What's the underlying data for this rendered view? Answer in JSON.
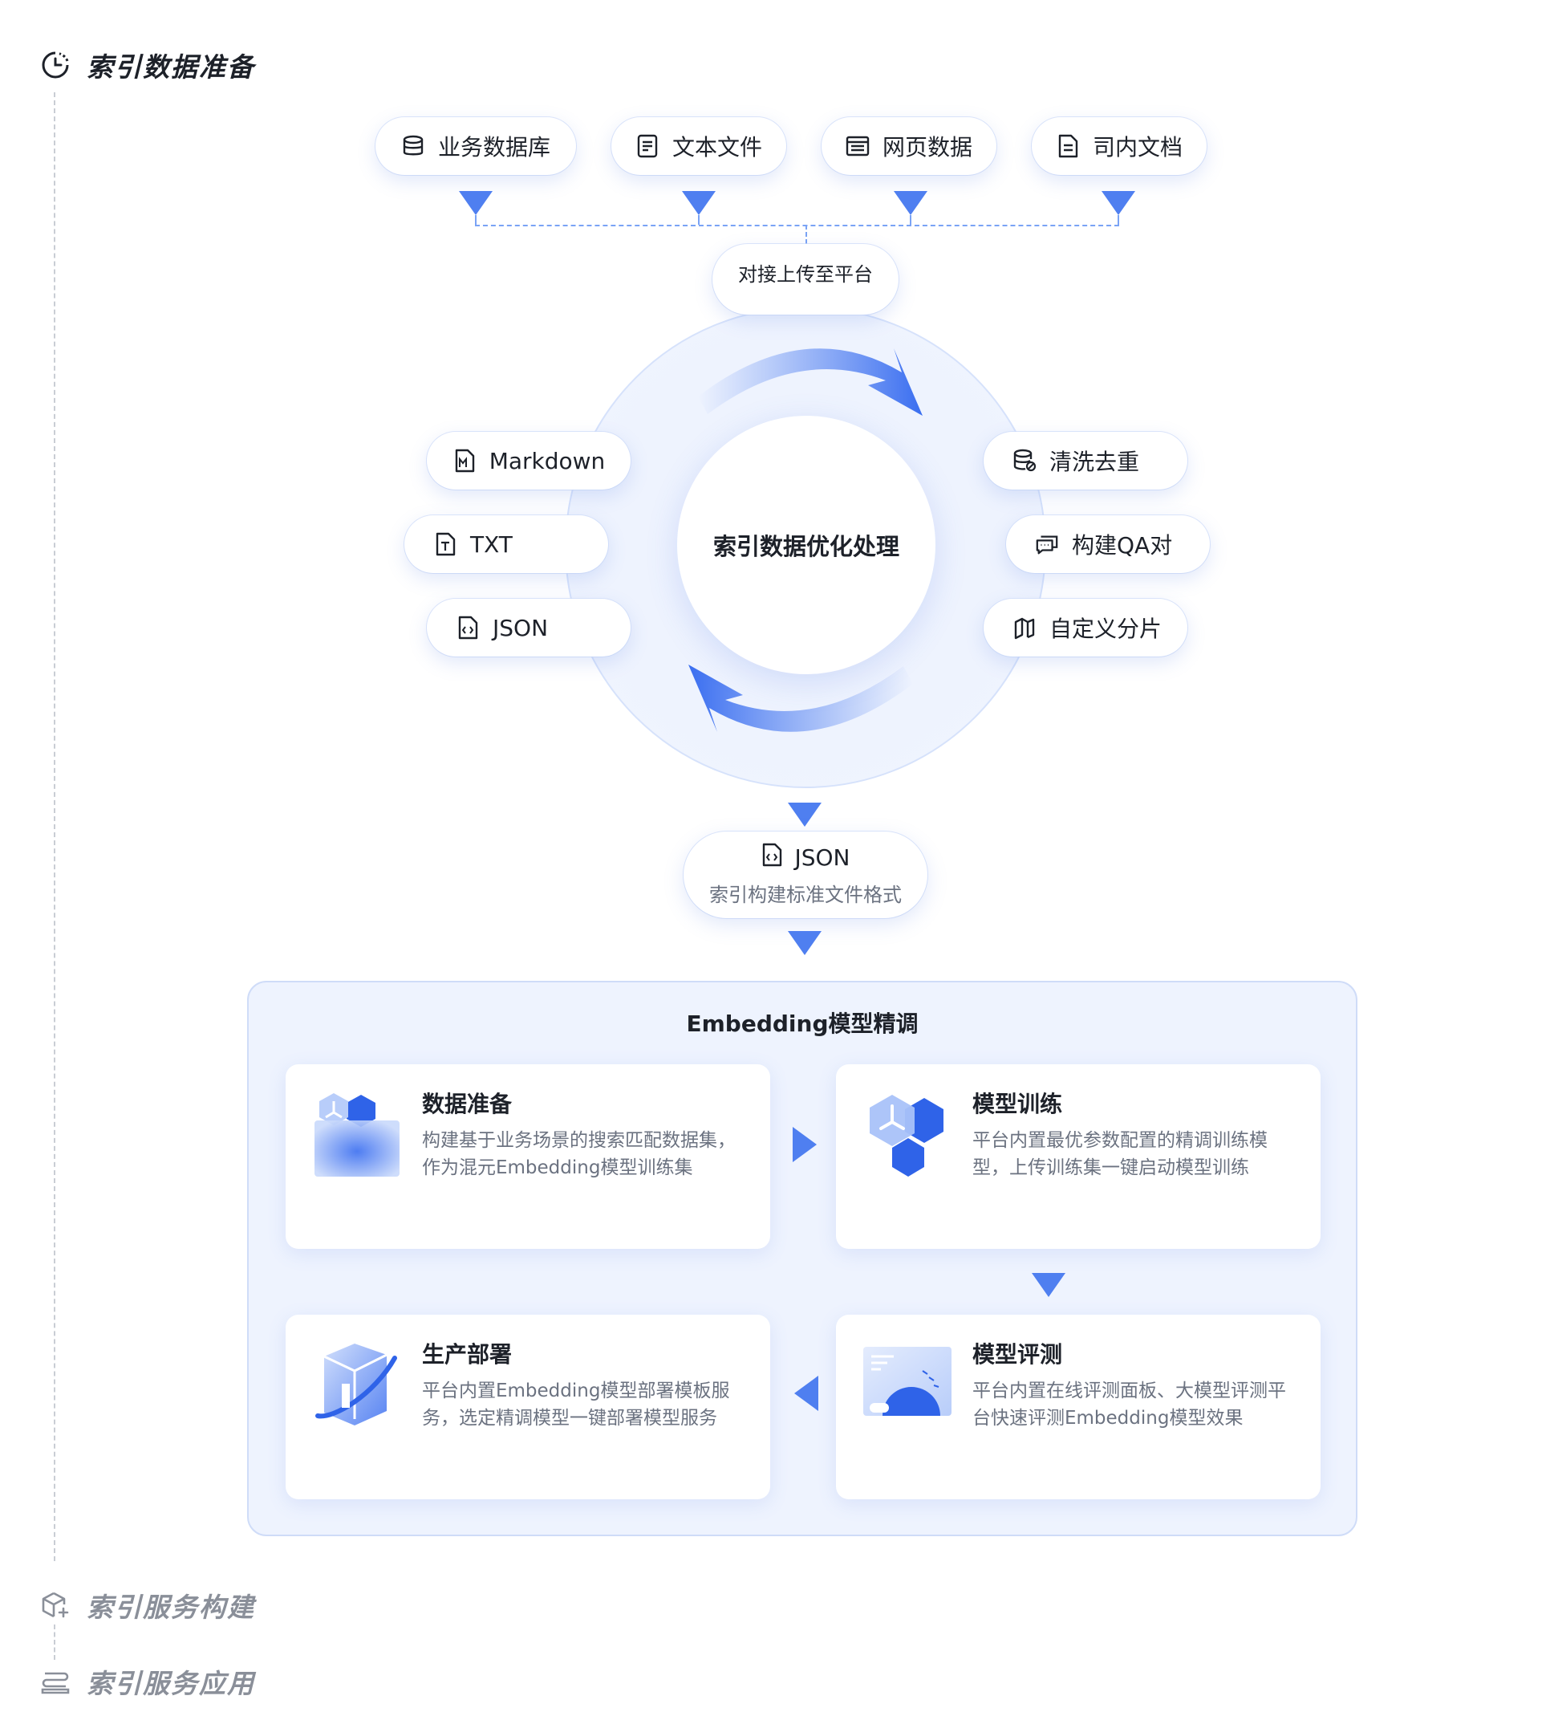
{
  "steps": {
    "prepare": {
      "title": "索引数据准备",
      "icon": "clock-icon"
    },
    "build": {
      "title": "索引服务构建",
      "icon": "cube-add-icon"
    },
    "apply": {
      "title": "索引服务应用",
      "icon": "layers-icon"
    }
  },
  "sources": [
    {
      "label": "业务数据库",
      "icon": "database-icon"
    },
    {
      "label": "文本文件",
      "icon": "file-text-icon"
    },
    {
      "label": "网页数据",
      "icon": "web-page-icon"
    },
    {
      "label": "司内文档",
      "icon": "document-icon"
    }
  ],
  "upload_label": "对接上传至平台",
  "center_label": "索引数据优化处理",
  "input_formats": [
    {
      "label": "Markdown",
      "icon": "markdown-file-icon"
    },
    {
      "label": "TXT",
      "icon": "txt-file-icon"
    },
    {
      "label": "JSON",
      "icon": "code-file-icon"
    }
  ],
  "operations": [
    {
      "label": "清洗去重",
      "icon": "database-clean-icon"
    },
    {
      "label": "构建QA对",
      "icon": "chat-icon"
    },
    {
      "label": "自定义分片",
      "icon": "slices-icon"
    }
  ],
  "output": {
    "label": "JSON",
    "caption": "索引构建标准文件格式",
    "icon": "code-file-icon"
  },
  "embedding": {
    "title": "Embedding模型精调",
    "cards": [
      {
        "title": "数据准备",
        "desc": "构建基于业务场景的搜索匹配数据集，作为混元Embedding模型训练集",
        "icon": "data-prep-icon"
      },
      {
        "title": "模型训练",
        "desc": "平台内置最优参数配置的精调训练模型，上传训练集一键启动模型训练",
        "icon": "model-train-icon"
      },
      {
        "title": "生产部署",
        "desc": "平台内置Embedding模型部署模板服务，选定精调模型一键部署模型服务",
        "icon": "deploy-icon"
      },
      {
        "title": "模型评测",
        "desc": "平台内置在线评测面板、大模型评测平台快速评测Embedding模型效果",
        "icon": "dashboard-icon"
      }
    ]
  },
  "colors": {
    "accent": "#4f7ff0",
    "ring": "#eef3fe",
    "panel": "#eef3fe",
    "muted": "#8a8f99"
  }
}
